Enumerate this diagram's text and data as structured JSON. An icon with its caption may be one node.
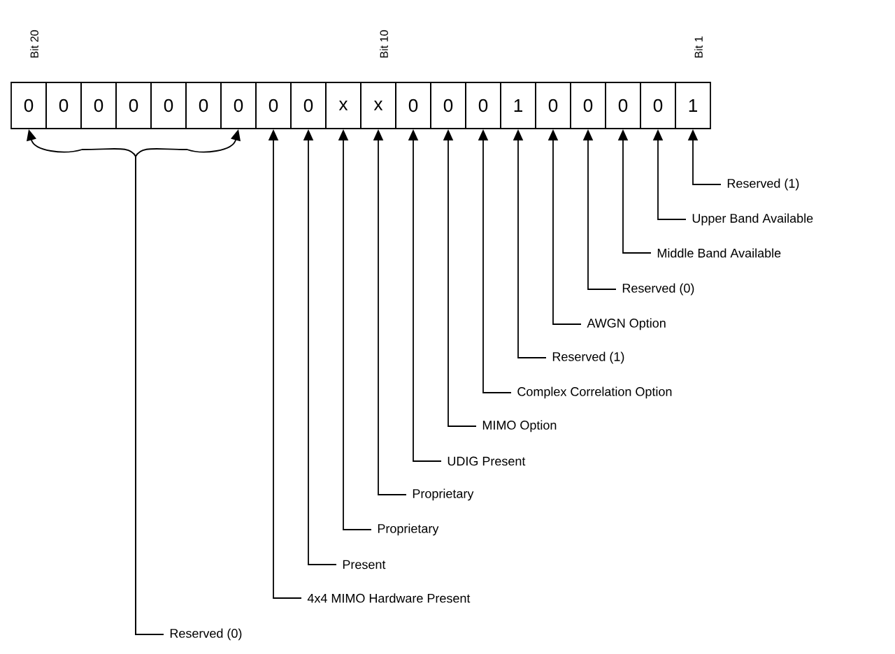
{
  "diagram": {
    "nodes": [
      {
        "text": [
          "0"
        ]
      },
      {
        "text": [
          "0"
        ]
      },
      {
        "text": [
          "0"
        ]
      },
      {
        "text": [
          "0"
        ]
      },
      {
        "text": [
          "0"
        ]
      },
      {
        "text": [
          "0"
        ]
      },
      {
        "text": [
          "0"
        ]
      },
      {
        "text": [
          "0"
        ]
      },
      {
        "text": [
          "0"
        ]
      },
      {
        "text": [
          "x"
        ]
      },
      {
        "text": [
          "x"
        ]
      },
      {
        "text": [
          "0"
        ]
      },
      {
        "text": [
          "0"
        ]
      },
      {
        "text": [
          "0"
        ]
      },
      {
        "text": [
          "1"
        ]
      },
      {
        "text": [
          "0"
        ]
      },
      {
        "text": [
          "0"
        ]
      },
      {
        "text": [
          "0"
        ]
      },
      {
        "text": [
          "0"
        ]
      },
      {
        "text": [
          "1"
        ]
      },
      {
        "text": [
          "Reserved (1)"
        ]
      },
      {
        "text": [
          "Upper Band Available"
        ]
      },
      {
        "text": [
          "Middle Band Available"
        ]
      },
      {
        "text": [
          "Reserved (0)"
        ]
      },
      {
        "text": [
          "AWGN Option"
        ]
      },
      {
        "text": [
          "Reserved (1)"
        ]
      },
      {
        "text": [
          "Complex Correlation Option"
        ]
      },
      {
        "text": [
          "MIMO Option"
        ]
      },
      {
        "text": [
          "UDIG Present"
        ]
      },
      {
        "text": [
          "Proprietary"
        ]
      },
      {
        "text": [
          "Proprietary"
        ]
      },
      {
        "text": [
          "Present"
        ]
      },
      {
        "text": [
          "4x4 MIMO Hardware Present"
        ]
      },
      {
        "text": [
          "Reserved (0)"
        ]
      }
    ],
    "edges": [
      {
        "from": 20,
        "to": 19,
        "arrow": "to"
      },
      {
        "from": 21,
        "to": 18,
        "arrow": "to"
      },
      {
        "from": 22,
        "to": 17,
        "arrow": "to"
      },
      {
        "from": 23,
        "to": 16,
        "arrow": "to"
      },
      {
        "from": 24,
        "to": 15,
        "arrow": "to"
      },
      {
        "from": 25,
        "to": 14,
        "arrow": "to"
      },
      {
        "from": 26,
        "to": 13,
        "arrow": "to"
      },
      {
        "from": 27,
        "to": 12,
        "arrow": "to"
      },
      {
        "from": 28,
        "to": 11,
        "arrow": "to"
      },
      {
        "from": 29,
        "to": 10,
        "arrow": "to"
      },
      {
        "from": 30,
        "to": 9,
        "arrow": "to"
      },
      {
        "from": 31,
        "to": 8,
        "arrow": "to"
      },
      {
        "from": 32,
        "to": 7,
        "arrow": "to"
      },
      {
        "from": 33,
        "to": 0,
        "arrow": "to"
      },
      {
        "from": 33,
        "to": 6,
        "arrow": "to"
      }
    ],
    "labels": [
      "Bit 20",
      "Bit 10",
      "Bit 1"
    ]
  }
}
